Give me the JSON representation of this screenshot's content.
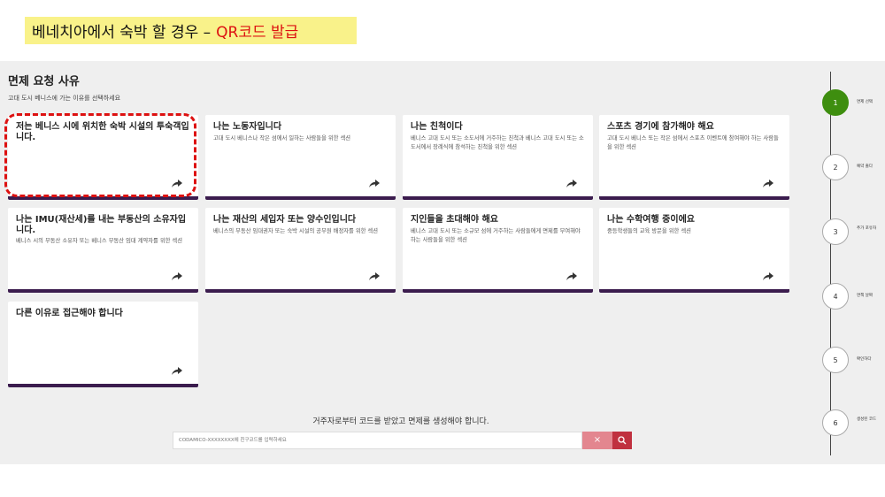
{
  "banner": {
    "text": "베네치아에서 숙박 할 경우 –",
    "highlight": "QR코드 발급"
  },
  "page": {
    "title": "면제 요청 사유",
    "subtitle": "고대 도시 베니스에 가는 이유를 선택하세요"
  },
  "cards": [
    {
      "title": "저는 베니스 시에 위치한 숙박 시설의 투숙객입니다.",
      "desc": ""
    },
    {
      "title": "나는 노동자입니다",
      "desc": "고대 도시 베니스나 작은 섬에서 일하는 사람들을 위한 섹션"
    },
    {
      "title": "나는 친척이다",
      "desc": "베니스 고대 도시 또는 소도서에 거주하는 친척과 베니스 고대 도시 또는 소도서에서 장례식에 참석하는 친척을 위한 섹션"
    },
    {
      "title": "스포츠 경기에 참가해야 해요",
      "desc": "고대 도시 베니스 또는 작은 섬에서 스포츠 이벤트에 참여해야 하는 사람들을 위한 섹션"
    },
    {
      "title": "나는 IMU(재산세)를 내는 부동산의 소유자입니다.",
      "desc": "베니스 시의 부동산 소유자 또는 베니스 부동산 임대 계약자를 위한 섹션"
    },
    {
      "title": "나는 재산의 세입자 또는 양수인입니다",
      "desc": "베니스의 부동산 임대권자 또는 숙박 시설의 공무원 배정자를 위한 섹션"
    },
    {
      "title": "지인들을 초대해야 해요",
      "desc": "베니스 고대 도시 또는 소규모 섬에 거주하는 사람들에게 면제를 부여해야 하는 사람들을 위한 섹션"
    },
    {
      "title": "나는 수학여행 중이에요",
      "desc": "중등학생들의 교육 방문을 위한 섹션"
    },
    {
      "title": "다른 이유로 접근해야 합니다",
      "desc": ""
    }
  ],
  "code": {
    "label": "거주자로부터 코드를 받았고 면제를 생성해야 합니다.",
    "placeholder": "CODAMICO-XXXXXXXX에 친구코드를 입력하세요",
    "clear": "×"
  },
  "steps": [
    {
      "num": "1",
      "label": "면제 선택"
    },
    {
      "num": "2",
      "label": "예약 출다"
    },
    {
      "num": "3",
      "label": "추가 포유자"
    },
    {
      "num": "4",
      "label": "면책 날짜"
    },
    {
      "num": "5",
      "label": "확인하다"
    },
    {
      "num": "6",
      "label": "생성된 코드"
    }
  ],
  "colors": {
    "accent": "#3b1c4e",
    "active_step": "#3e8e0f",
    "search": "#c0303f",
    "highlight": "#dd1111"
  }
}
